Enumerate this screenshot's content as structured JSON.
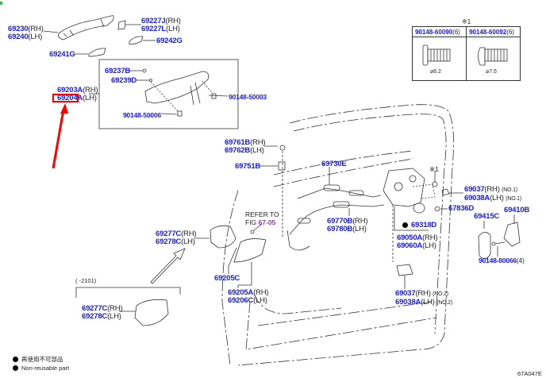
{
  "diagram": {
    "figure_id": "67A047E",
    "highlight_color": "#ff0000",
    "part_number_color": "#1a1aff",
    "figure_ref_color": "#9b30d0",
    "labels": [
      {
        "id": "outside-handle",
        "lines": [
          {
            "pn": "69230",
            "sfx": "(RH)"
          },
          {
            "pn": "69240",
            "sfx": "(LH)"
          }
        ]
      },
      {
        "id": "handle-cover",
        "lines": [
          {
            "pn": "69227J",
            "sfx": "(RH)"
          },
          {
            "pn": "69227L",
            "sfx": "(LH)"
          }
        ]
      },
      {
        "id": "pad-rear",
        "lines": [
          {
            "pn": "69242G",
            "sfx": ""
          }
        ]
      },
      {
        "id": "pad-front",
        "lines": [
          {
            "pn": "69241G",
            "sfx": ""
          }
        ]
      },
      {
        "id": "frame-assy",
        "lines": [
          {
            "pn": "69203A",
            "sfx": "(RH)"
          },
          {
            "pn": "69204A",
            "sfx": "(LH)"
          }
        ]
      },
      {
        "id": "plug",
        "lines": [
          {
            "pn": "69237B",
            "sfx": ""
          }
        ]
      },
      {
        "id": "gasket",
        "lines": [
          {
            "pn": "69239D",
            "sfx": ""
          }
        ]
      },
      {
        "id": "screw-a",
        "lines": [
          {
            "pn": "90148-50003",
            "sfx": ""
          }
        ]
      },
      {
        "id": "screw-b",
        "lines": [
          {
            "pn": "90148-50006",
            "sfx": ""
          }
        ]
      },
      {
        "id": "rod-clip",
        "lines": [
          {
            "pn": "69761B",
            "sfx": "(RH)"
          },
          {
            "pn": "69762B",
            "sfx": "(LH)"
          }
        ]
      },
      {
        "id": "rod",
        "lines": [
          {
            "pn": "69751B",
            "sfx": ""
          }
        ]
      },
      {
        "id": "cable",
        "lines": [
          {
            "pn": "69730E",
            "sfx": ""
          }
        ]
      },
      {
        "id": "cable-2",
        "lines": [
          {
            "pn": "69770B",
            "sfx": "(RH)"
          },
          {
            "pn": "69780B",
            "sfx": "(LH)"
          }
        ]
      },
      {
        "id": "lock-assy",
        "lines": [
          {
            "pn": "69050A",
            "sfx": "(RH)"
          },
          {
            "pn": "69060A",
            "sfx": "(LH)"
          }
        ]
      },
      {
        "id": "lock-gasket",
        "lines": [
          {
            "pn": "69318D",
            "sfx": ""
          }
        ]
      },
      {
        "id": "clip-no1",
        "lines": [
          {
            "pn": "69037",
            "sfx": "(RH)",
            "note": "(NO.1)"
          },
          {
            "pn": "69038A",
            "sfx": "(LH)",
            "note": "(NO.1)"
          }
        ]
      },
      {
        "id": "grommet",
        "lines": [
          {
            "pn": "67836D",
            "sfx": ""
          }
        ]
      },
      {
        "id": "striker-cover",
        "lines": [
          {
            "pn": "69415C",
            "sfx": ""
          }
        ]
      },
      {
        "id": "striker",
        "lines": [
          {
            "pn": "69410B",
            "sfx": ""
          }
        ]
      },
      {
        "id": "striker-screw",
        "lines": [
          {
            "pn": "90148-80066",
            "sfx": "(4)"
          }
        ]
      },
      {
        "id": "inside-bezel",
        "lines": [
          {
            "pn": "69277C",
            "sfx": "(RH)"
          },
          {
            "pn": "69278C",
            "sfx": "(LH)"
          }
        ]
      },
      {
        "id": "inside-handle-clip",
        "lines": [
          {
            "pn": "69205C",
            "sfx": ""
          }
        ]
      },
      {
        "id": "inside-handle",
        "lines": [
          {
            "pn": "69205A",
            "sfx": "(RH)"
          },
          {
            "pn": "69206C",
            "sfx": "(LH)"
          }
        ]
      },
      {
        "id": "clip-no2",
        "lines": [
          {
            "pn": "69037",
            "sfx": "(RH)",
            "note": "(NO.2)"
          },
          {
            "pn": "69038A",
            "sfx": "(LH)",
            "note": "(NO.2)"
          }
        ]
      },
      {
        "id": "inside-bezel-old",
        "lines": [
          {
            "pn": "69277C",
            "sfx": "(RH)"
          },
          {
            "pn": "69278C",
            "sfx": "(LH)"
          }
        ]
      }
    ],
    "refer_to": {
      "text": "REFER TO",
      "fig_prefix": "FIG",
      "fig": "67-05"
    },
    "lock_screw_mark": "※1",
    "date_range": "(    -2101)",
    "screw_table": {
      "title": "※1",
      "columns": [
        {
          "pn": "90148-60090",
          "qty": "(6)",
          "dia": "⌀6.2"
        },
        {
          "pn": "90148-60092",
          "qty": "(6)",
          "dia": "⌀7.5"
        }
      ]
    },
    "legend": [
      {
        "icon": "filled-circle",
        "text": "再使用不可部品"
      },
      {
        "icon": "filled-circle",
        "text": "Non-reusable part"
      }
    ]
  }
}
